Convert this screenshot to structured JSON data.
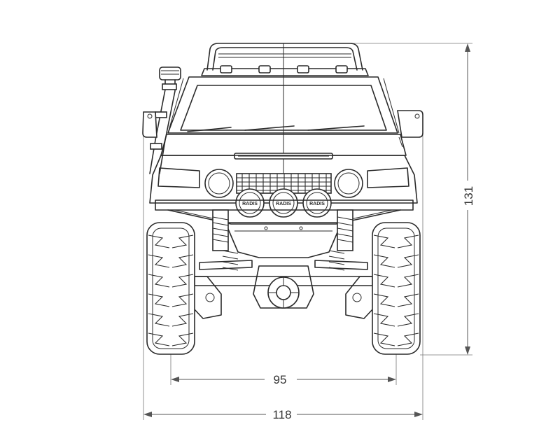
{
  "dimensions": {
    "height": "131",
    "track_width": "95",
    "overall_width": "118"
  },
  "lights": [
    "RADIS",
    "RADIS",
    "RADIS"
  ],
  "colors": {
    "line": "#2a2a2a",
    "dimension": "#555555",
    "background": "#ffffff"
  }
}
